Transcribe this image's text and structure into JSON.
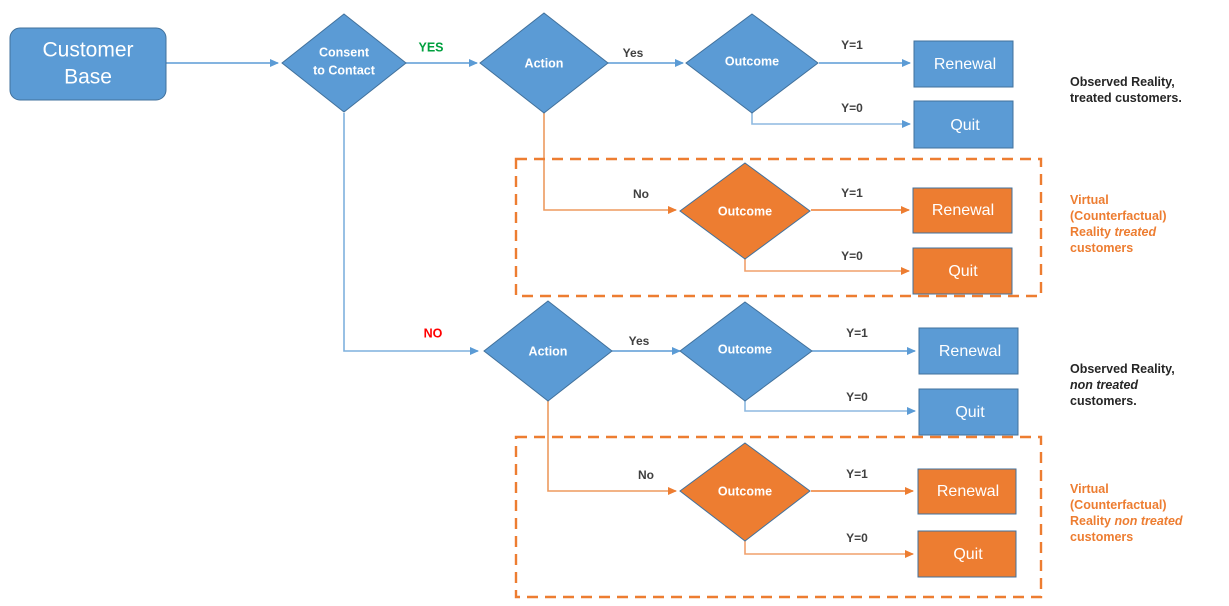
{
  "diagram": {
    "title": "Customer Base Consent / Action / Outcome counterfactual flowchart",
    "colors": {
      "blue_fill": "#5b9bd5",
      "blue_stroke": "#41719c",
      "blue_line": "#5b9bd5",
      "orange_fill": "#ed7d31",
      "orange_stroke": "#41719c",
      "orange_line": "#ed7d31",
      "dashed_border": "#ed7d31",
      "yes_green": "#00a03e",
      "no_red": "#ff0000",
      "label_gray": "#404040",
      "annotation_black": "#262626",
      "annotation_orange": "#ed7d31"
    },
    "nodes": {
      "customer_base": "Customer Base",
      "customer_base_line1": "Customer",
      "customer_base_line2": "Base",
      "consent_line1": "Consent",
      "consent_line2": "to Contact",
      "action": "Action",
      "outcome": "Outcome",
      "renewal": "Renewal",
      "quit": "Quit"
    },
    "edge_labels": {
      "yes_upper": "YES",
      "no_lower": "NO",
      "yes": "Yes",
      "no": "No",
      "y_eq_1": "Y=1",
      "y_eq_0": "Y=0"
    },
    "annotations": [
      {
        "id": "observed-treated",
        "style": "black",
        "lines": [
          {
            "text": "Observed Reality,",
            "italic": false
          },
          {
            "text": "treated customers.",
            "italic": false
          }
        ]
      },
      {
        "id": "counterfactual-treated",
        "style": "orange",
        "lines": [
          {
            "text": "Virtual",
            "italic": false
          },
          {
            "text": "(Counterfactual)",
            "italic": false
          },
          {
            "text": "Reality ",
            "italic": false,
            "tail": "treated",
            "tail_italic": true
          },
          {
            "text": "customers",
            "italic": false
          }
        ]
      },
      {
        "id": "observed-non-treated",
        "style": "black",
        "lines": [
          {
            "text": "Observed Reality,",
            "italic": false
          },
          {
            "text": "non treated",
            "italic": true
          },
          {
            "text": "customers.",
            "italic": false
          }
        ]
      },
      {
        "id": "counterfactual-non-treated",
        "style": "orange",
        "lines": [
          {
            "text": "Virtual",
            "italic": false
          },
          {
            "text": "(Counterfactual)",
            "italic": false
          },
          {
            "text": "Reality ",
            "italic": false,
            "tail": "non treated",
            "tail_italic": true
          },
          {
            "text": "customers",
            "italic": false
          }
        ]
      }
    ],
    "annotation_text": {
      "observed_treated_l1": "Observed Reality,",
      "observed_treated_l2": "treated customers.",
      "cf_treated_l1": "Virtual",
      "cf_treated_l2": "(Counterfactual)",
      "cf_treated_l3a": "Reality ",
      "cf_treated_l3b": "treated",
      "cf_treated_l4": "customers",
      "observed_non_l1": "Observed Reality,",
      "observed_non_l2": "non treated",
      "observed_non_l3": "customers.",
      "cf_non_l1": "Virtual",
      "cf_non_l2": "(Counterfactual)",
      "cf_non_l3a": "Reality ",
      "cf_non_l3b": "non treated",
      "cf_non_l4": "customers"
    }
  }
}
